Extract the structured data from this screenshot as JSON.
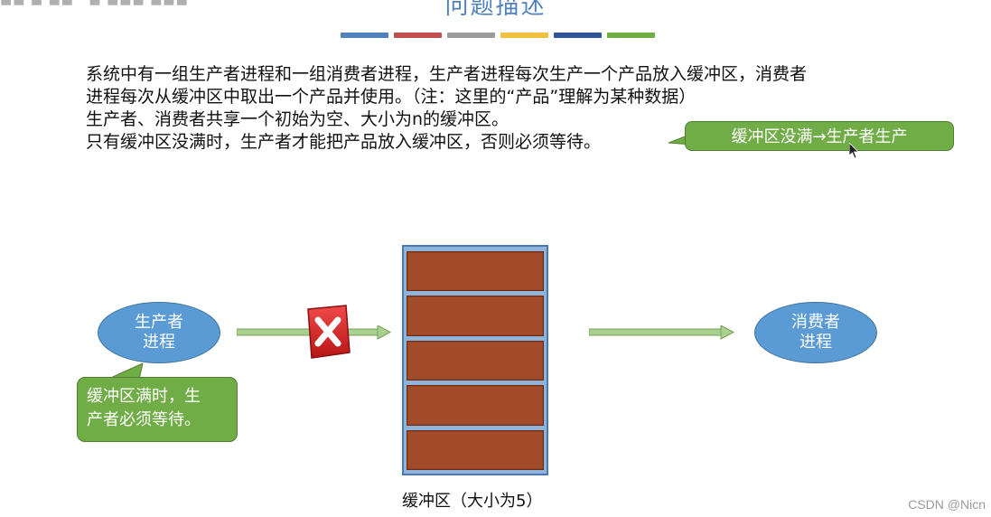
{
  "header": {
    "corner_text": "■■ ■ ■■ · ■ ■■■ ■■■",
    "title": "问题描述",
    "strip_colors": [
      "#4f81bd",
      "#c0504d",
      "#9a9a9a",
      "#f0c040",
      "#2f5597",
      "#70ad47"
    ]
  },
  "description": {
    "line1": "系统中有一组生产者进程和一组消费者进程，生产者进程每次生产一个产品放入缓冲区，消费者",
    "line2": "进程每次从缓冲区中取出一个产品并使用。（注：这里的“产品”理解为某种数据）",
    "line3": "生产者、消费者共享一个初始为空、大小为n的缓冲区。",
    "line4": "只有缓冲区没满时，生产者才能把产品放入缓冲区，否则必须等待。"
  },
  "callout_top": {
    "text": "缓冲区没满→生产者生产"
  },
  "producer": {
    "line1": "生产者",
    "line2": "进程"
  },
  "consumer": {
    "line1": "消费者",
    "line2": "进程"
  },
  "callout_bottom": {
    "line1": "缓冲区满时，生",
    "line2": "产者必须等待。"
  },
  "buffer": {
    "caption": "缓冲区（大小为5）",
    "slot_count": 5
  },
  "icons": {
    "blocked": "red-x-icon",
    "pointer": "mouse-cursor-icon"
  },
  "colors": {
    "title": "#4f81bd",
    "ellipse": "#5b9bd5",
    "callout": "#70ad47",
    "arrow": "#a9d18e",
    "slot": "#a24b2a",
    "x_badge": "#e02424"
  },
  "watermark": "CSDN @Nicn"
}
